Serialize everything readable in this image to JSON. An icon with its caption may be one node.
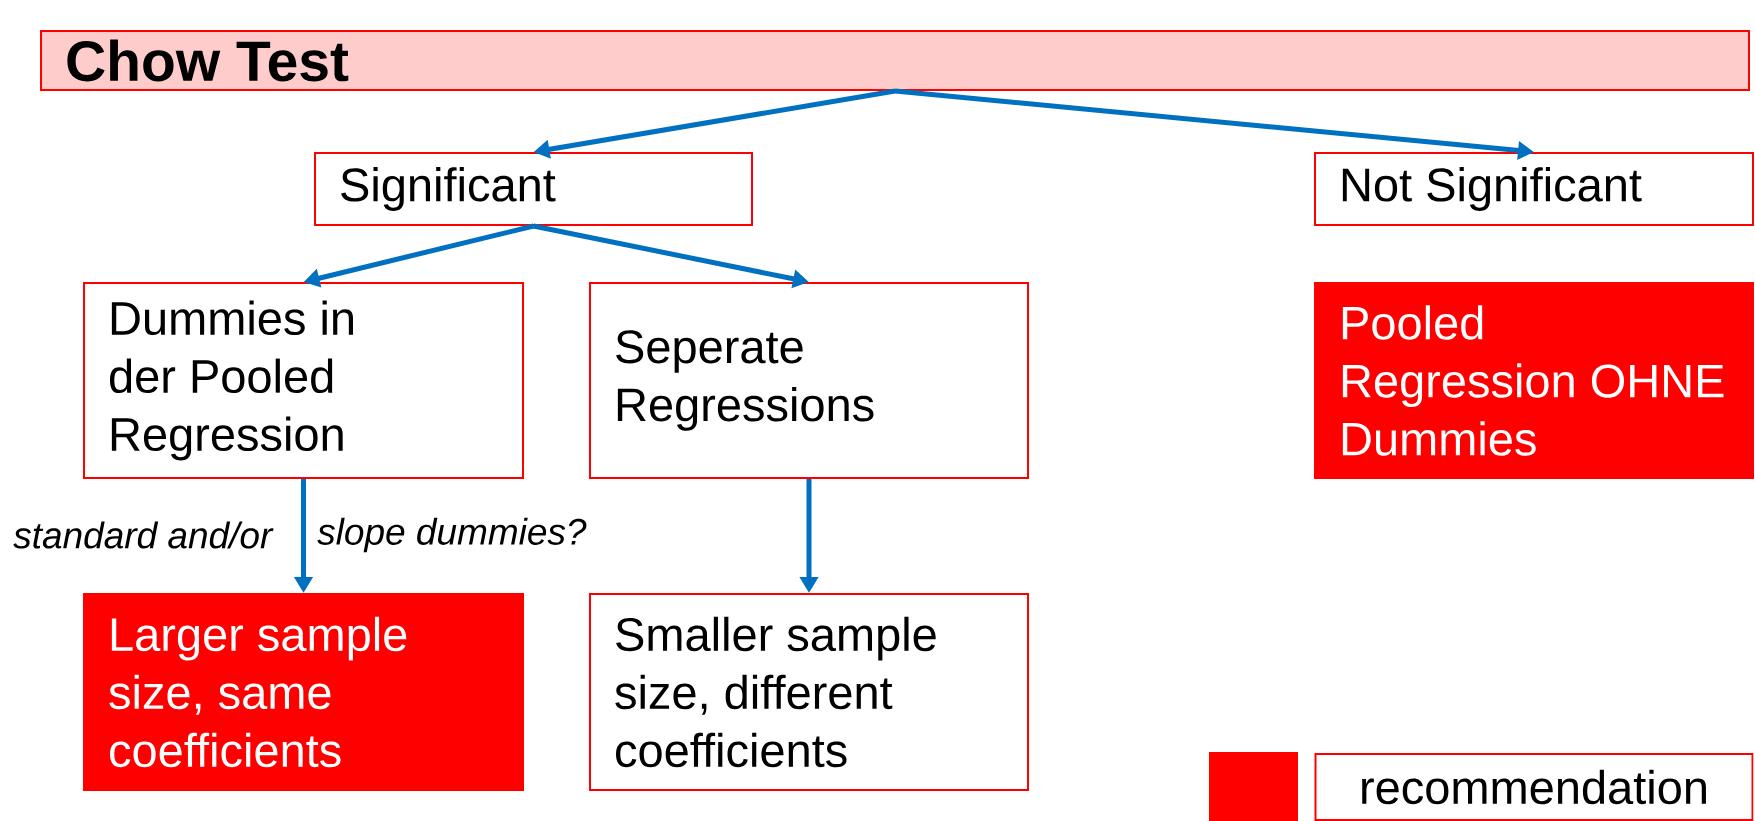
{
  "diagram": {
    "nodes": [
      {
        "text": [
          "Chow Test"
        ]
      },
      {
        "text": [
          "Significant"
        ]
      },
      {
        "text": [
          "Not Significant"
        ]
      },
      {
        "text": [
          "Dummies in der Pooled Regression"
        ]
      },
      {
        "text": [
          "Seperate Regressions"
        ]
      },
      {
        "text": [
          "Pooled Regression OHNE Dummies"
        ]
      },
      {
        "text": [
          "Larger sample size, same coefficients"
        ]
      },
      {
        "text": [
          "Smaller sample size, different coefficients"
        ]
      }
    ],
    "edges": [
      {
        "from": 0,
        "to": 1,
        "arrow": "to"
      },
      {
        "from": 0,
        "to": 2,
        "arrow": "to"
      },
      {
        "from": 1,
        "to": 3,
        "arrow": "to"
      },
      {
        "from": 1,
        "to": 4,
        "arrow": "to"
      },
      {
        "from": 3,
        "to": 6,
        "arrow": "to"
      },
      {
        "from": 4,
        "to": 7,
        "arrow": "to"
      }
    ],
    "labels": [
      "standard and/or",
      "slope dummies?"
    ],
    "legend": [
      {
        "text": "recommendation",
        "color": "#ff0000"
      }
    ]
  }
}
